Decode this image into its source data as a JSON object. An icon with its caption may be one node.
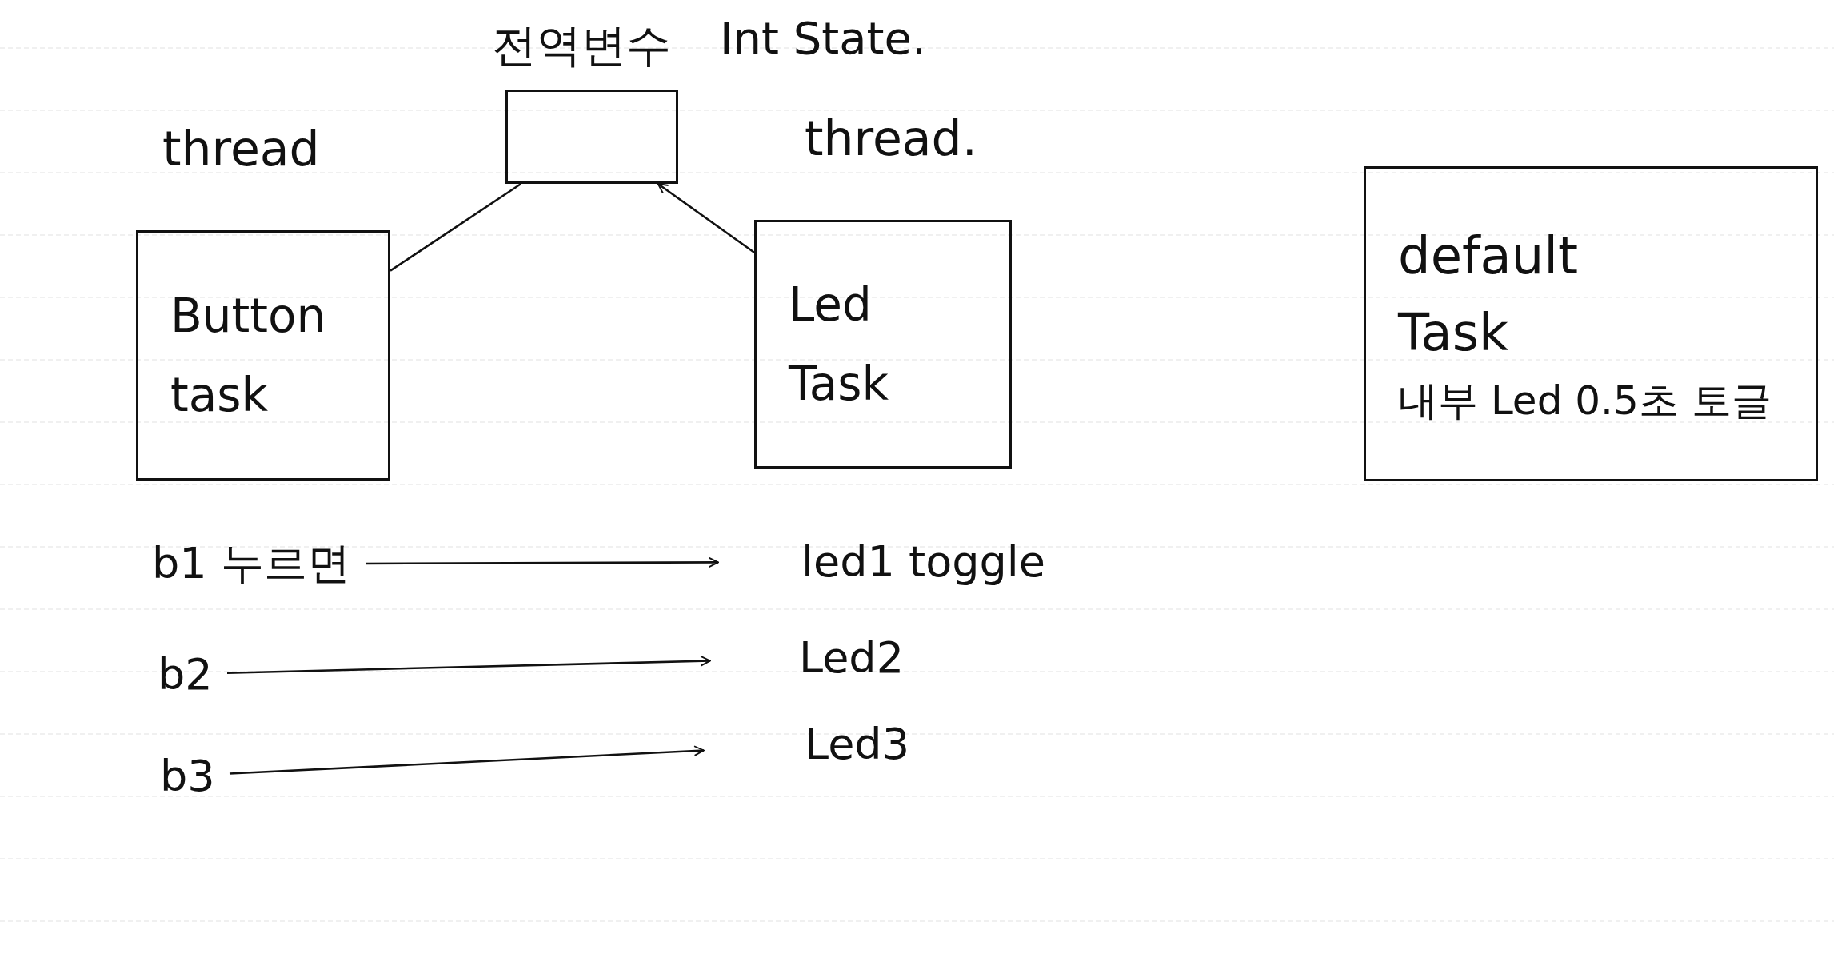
{
  "diagram": {
    "nodes": [
      {
        "text": [
          "전역변수"
        ],
        "beside": [
          "Int State."
        ]
      },
      {
        "text": [
          "thread",
          "Button task"
        ]
      },
      {
        "text": [
          "thread.",
          "Led Task"
        ]
      },
      {
        "text": [
          "default Task",
          "내부 Led 0.5초 토글"
        ]
      },
      {
        "text": [
          "b1 누르면"
        ]
      },
      {
        "text": [
          "led1 toggle"
        ]
      },
      {
        "text": [
          "b2"
        ]
      },
      {
        "text": [
          "Led2"
        ]
      },
      {
        "text": [
          "b3"
        ]
      },
      {
        "text": [
          "Led3"
        ]
      }
    ],
    "edges": [
      {
        "from": 1,
        "to": 0,
        "arrow": "none"
      },
      {
        "from": 2,
        "to": 0,
        "arrow": "to"
      },
      {
        "from": 4,
        "to": 5,
        "arrow": "to"
      },
      {
        "from": 6,
        "to": 7,
        "arrow": "to"
      },
      {
        "from": 8,
        "to": 9,
        "arrow": "to"
      }
    ]
  }
}
